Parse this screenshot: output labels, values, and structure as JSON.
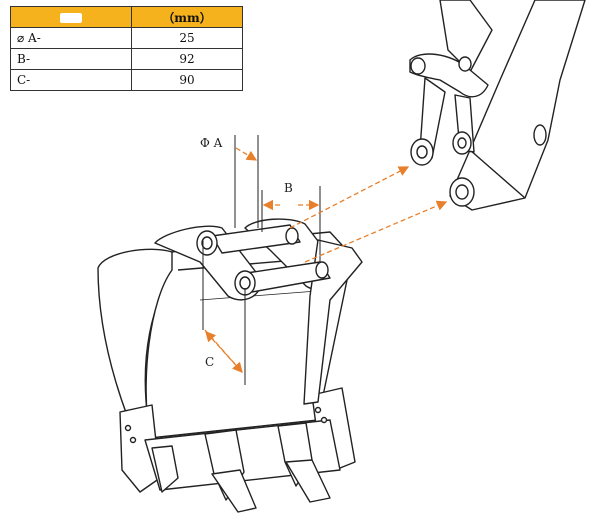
{
  "table": {
    "header": {
      "label": "",
      "unit": "（mm）"
    },
    "rows": [
      {
        "label": "⌀ A-",
        "value": "25"
      },
      {
        "label": "B-",
        "value": "92"
      },
      {
        "label": "C-",
        "value": "90"
      }
    ]
  },
  "drawing": {
    "dim_a": "Φ A",
    "dim_b": "B",
    "dim_c": "C",
    "accent_color": "#e87f2a"
  }
}
